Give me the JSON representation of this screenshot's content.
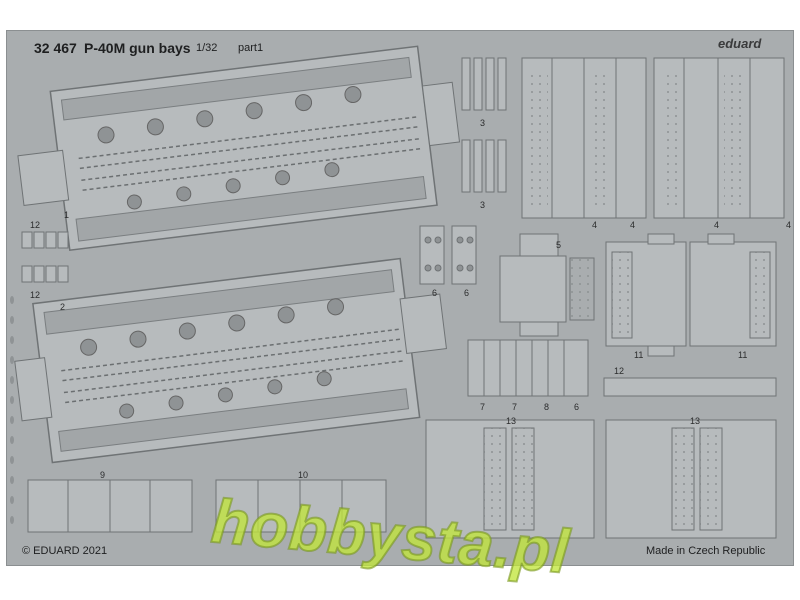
{
  "header": {
    "code": "32 467",
    "name": "P-40M gun bays",
    "scale": "1/32",
    "part": "part1",
    "brand": "eduard"
  },
  "footer": {
    "copyright": "© EDUARD 2021",
    "origin": "Made in Czech Republic"
  },
  "watermark": "hobbysta.pl",
  "part_numbers": {
    "p1": "1",
    "p2": "2",
    "p3a": "3",
    "p3b": "3",
    "p4a": "4",
    "p4b": "4",
    "p4c": "4",
    "p4d": "4",
    "p5": "5",
    "p6a": "6",
    "p6b": "6",
    "p6c": "6",
    "p7a": "7",
    "p7b": "7",
    "p8": "8",
    "p9": "9",
    "p10": "10",
    "p11a": "11",
    "p11b": "11",
    "p12a": "12",
    "p12b": "12",
    "p12c": "12",
    "p13a": "13",
    "p13b": "13"
  },
  "colors": {
    "fret": "#a9adaf",
    "part": "#b7bbbd",
    "dark": "#8e9294",
    "watermark": "#c2e63c"
  }
}
